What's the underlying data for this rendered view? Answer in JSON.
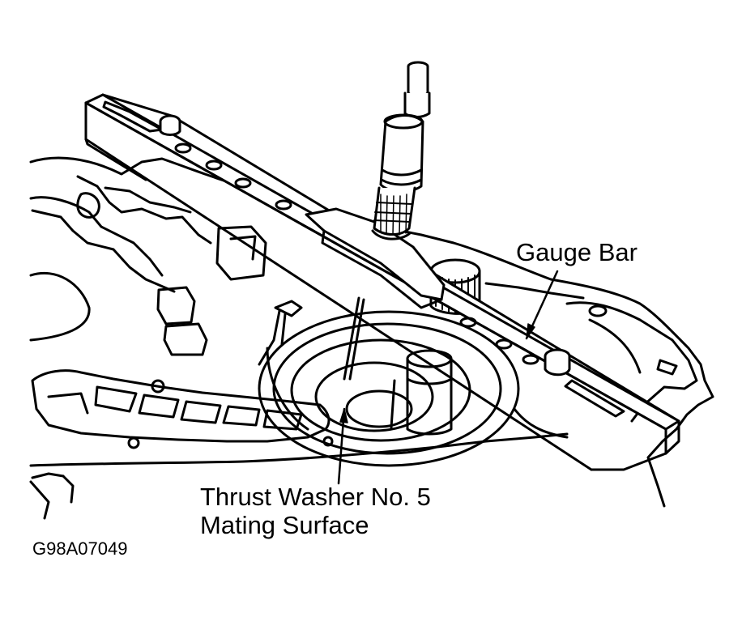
{
  "labels": {
    "gauge_bar": "Gauge Bar",
    "thrust_washer_line1": "Thrust Washer No. 5",
    "thrust_washer_line2": "Mating Surface"
  },
  "figure_code": "G98A07049",
  "colors": {
    "line": "#000000",
    "background": "#ffffff"
  }
}
